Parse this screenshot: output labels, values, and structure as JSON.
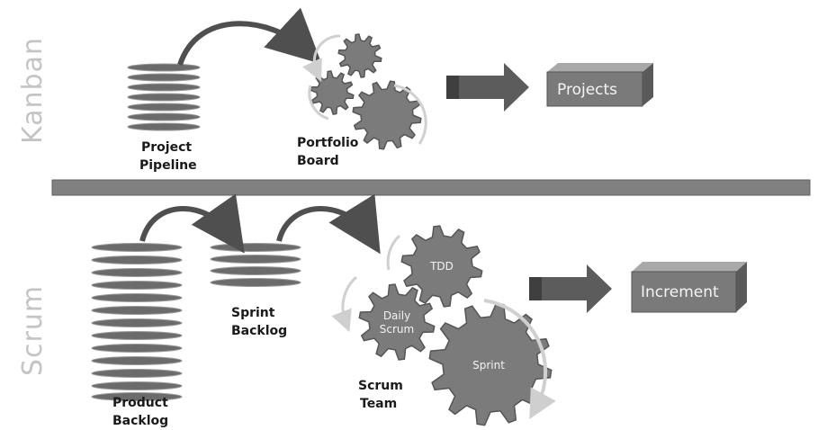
{
  "kanban": {
    "section_label": "Kanban",
    "pipeline_label_line1": "Project",
    "pipeline_label_line2": "Pipeline",
    "board_label_line1": "Portfolio",
    "board_label_line2": "Board",
    "output_label": "Projects"
  },
  "scrum": {
    "section_label": "Scrum",
    "product_backlog_line1": "Product",
    "product_backlog_line2": "Backlog",
    "sprint_backlog_line1": "Sprint",
    "sprint_backlog_line2": "Backlog",
    "tdd_gear_label": "TDD",
    "daily_gear_line1": "Daily",
    "daily_gear_line2": "Scrum",
    "sprint_gear_label": "Sprint",
    "team_label_line1": "Scrum",
    "team_label_line2": "Team",
    "output_label": "Increment"
  },
  "colors": {
    "stack": "#6b6b6b",
    "stack_light": "#9a9a9a",
    "gear": "#7b7b7b",
    "gear_dark": "#555555",
    "arrow": "#5c5c5c",
    "box_front": "#7a7a7a",
    "box_top": "#a9a9a9",
    "box_side": "#5a5a5a",
    "divider": "#808080",
    "side_label": "#c4c4c4"
  }
}
